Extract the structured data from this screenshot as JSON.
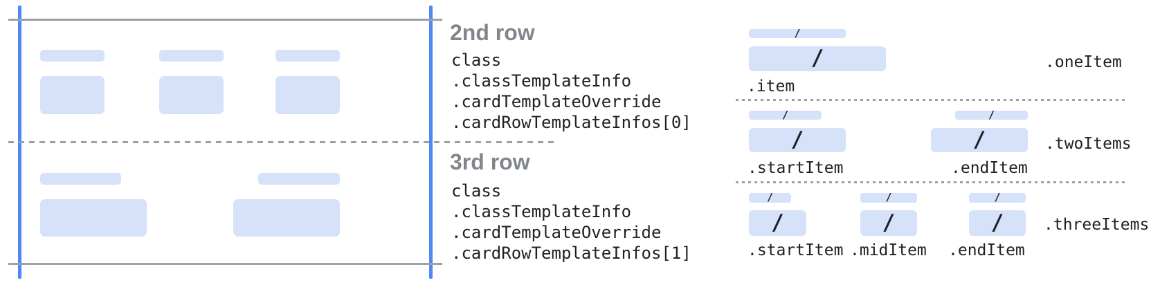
{
  "colors": {
    "accent_blue": "#4f87f5",
    "bar_fill": "#d6e2fa",
    "line_gray": "#9aa0a6",
    "heading_gray": "#80868b",
    "text_dark": "#202124"
  },
  "left_panel": {
    "rows": [
      {
        "heading": "2nd row",
        "path": [
          "class",
          ".classTemplateInfo",
          ".cardTemplateOverride",
          ".cardRowTemplateInfos[0]"
        ]
      },
      {
        "heading": "3rd row",
        "path": [
          "class",
          ".classTemplateInfo",
          ".cardTemplateOverride",
          ".cardRowTemplateInfos[1]"
        ]
      }
    ]
  },
  "right_panel": {
    "slash": "/",
    "sections": [
      {
        "name": ".oneItem",
        "item_labels": [
          ".item"
        ]
      },
      {
        "name": ".twoItems",
        "item_labels": [
          ".startItem",
          ".endItem"
        ]
      },
      {
        "name": ".threeItems",
        "item_labels": [
          ".startItem",
          ".midItem",
          ".endItem"
        ]
      }
    ]
  }
}
